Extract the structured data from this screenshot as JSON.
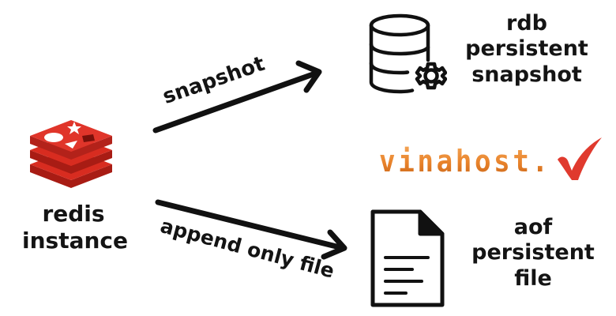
{
  "source": {
    "icon": "redis-logo-icon",
    "label_lines": [
      "redis",
      "instance"
    ]
  },
  "edges": [
    {
      "label": "snapshot",
      "from": "redis instance",
      "to": "rdb persistent snapshot"
    },
    {
      "label": "append only file",
      "from": "redis instance",
      "to": "aof persistent file"
    }
  ],
  "targets": {
    "rdb": {
      "icon": "database-gear-icon",
      "label_lines": [
        "rdb",
        "persistent",
        "snapshot"
      ]
    },
    "aof": {
      "icon": "document-icon",
      "label_lines": [
        "aof",
        "persistent",
        "file"
      ]
    }
  },
  "watermark": {
    "text": "vinahost.",
    "icon": "checkmark-icon",
    "colors": {
      "text": "#e8822a",
      "check": "#e03a2e"
    }
  },
  "colors": {
    "redis_red": "#d82c20",
    "stroke": "#111111",
    "background": "#ffffff"
  }
}
